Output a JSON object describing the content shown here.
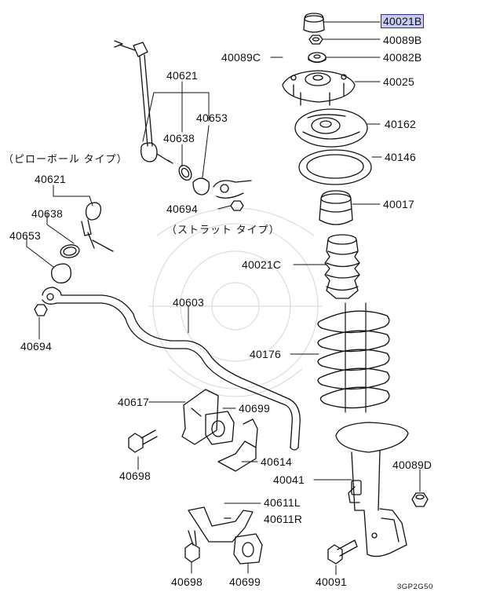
{
  "colors": {
    "line": "#111111",
    "highlight_fill": "#c9ccf0",
    "highlight_border": "#2b2f8a",
    "watermark": "#d9d9d9"
  },
  "labels": {
    "p40021B": "40021B",
    "p40089B": "40089B",
    "p40089C": "40089C",
    "p40082B": "40082B",
    "p40025": "40025",
    "p40162": "40162",
    "p40146": "40146",
    "p40017": "40017",
    "p40021C": "40021C",
    "p40176": "40176",
    "p40041": "40041",
    "p40089D": "40089D",
    "p40091": "40091",
    "p40621_top": "40621",
    "p40653_top": "40653",
    "p40638_top": "40638",
    "p40694_top": "40694",
    "p40621_left": "40621",
    "p40638_left": "40638",
    "p40653_left": "40653",
    "p40694_left": "40694",
    "p40603": "40603",
    "p40617": "40617",
    "p40699_mid": "40699",
    "p40614": "40614",
    "p40698_mid": "40698",
    "p40611L": "40611L",
    "p40611R": "40611R",
    "p40698_bot": "40698",
    "p40699_bot": "40699"
  },
  "notes": {
    "pillow_ball_type": "（ピローボール タイプ）",
    "strut_type": "（ストラット タイプ）"
  },
  "diagram_code": "3GP2G50",
  "selected_part": "40021B"
}
